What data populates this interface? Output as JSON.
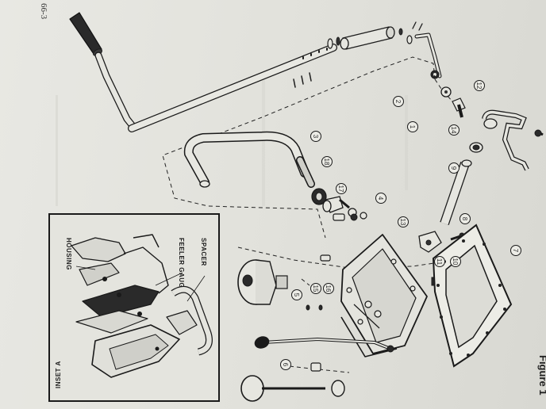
{
  "page": {
    "page_number": "66-3",
    "figure_label": "Figure 1"
  },
  "inset": {
    "title": "INSET A",
    "labels": {
      "housing": "HOUSING",
      "feeler_gauge": "FEELER GAUGE",
      "spacer": "SPACER"
    }
  },
  "callouts": [
    {
      "id": "c1",
      "number": "1"
    },
    {
      "id": "c2",
      "number": "2"
    },
    {
      "id": "c3",
      "number": "3"
    },
    {
      "id": "c4",
      "number": "4"
    },
    {
      "id": "c5",
      "number": "5"
    },
    {
      "id": "c6",
      "number": "6"
    },
    {
      "id": "c7",
      "number": "7"
    },
    {
      "id": "c8",
      "number": "8"
    },
    {
      "id": "c9",
      "number": "9"
    },
    {
      "id": "c10",
      "number": "10"
    },
    {
      "id": "c11",
      "number": "11"
    },
    {
      "id": "c12",
      "number": "12"
    },
    {
      "id": "c13",
      "number": "13"
    },
    {
      "id": "c14",
      "number": "14"
    },
    {
      "id": "c15",
      "number": "15"
    },
    {
      "id": "c16",
      "number": "16"
    },
    {
      "id": "c17",
      "number": "17"
    },
    {
      "id": "c18",
      "number": "18"
    }
  ]
}
